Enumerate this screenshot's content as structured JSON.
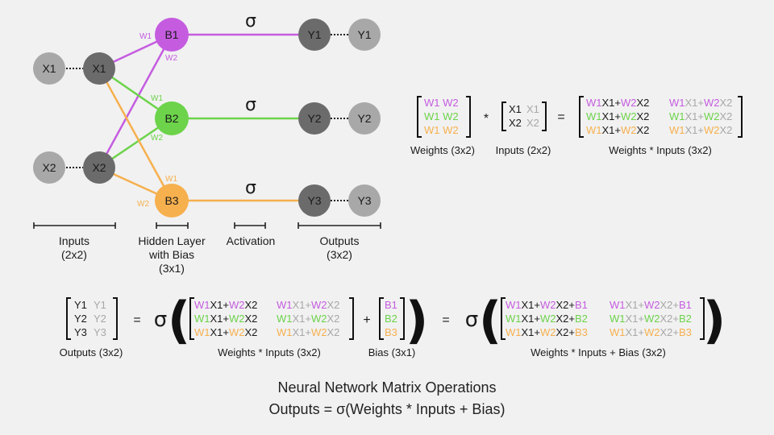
{
  "nodes": {
    "input_left": [
      "X1",
      "X2"
    ],
    "input": [
      "X1",
      "X2"
    ],
    "hidden": [
      "B1",
      "B2",
      "B3"
    ],
    "output": [
      "Y1",
      "Y2",
      "Y3"
    ],
    "output_right": [
      "Y1",
      "Y2",
      "Y3"
    ]
  },
  "weight_labels": {
    "w1": "W1",
    "w2": "W2"
  },
  "activation_symbol": "σ",
  "sections": {
    "inputs": [
      "Inputs",
      "(2x2)"
    ],
    "hidden": [
      "Hidden Layer",
      "with Bias",
      "(3x1)"
    ],
    "activation": [
      "Activation"
    ],
    "outputs": [
      "Outputs",
      "(3x2)"
    ]
  },
  "matrices": {
    "weights": [
      "W1 W2",
      "W1 W2",
      "W1 W2"
    ],
    "weights_caption": "Weights (3x2)",
    "times": "*",
    "inputs": [
      [
        "X1",
        "X1"
      ],
      [
        "X2",
        "X2"
      ]
    ],
    "inputs_caption": "Inputs (2x2)",
    "equals": "=",
    "product_caption": "Weights * Inputs (3x2)",
    "outputs": [
      [
        "Y1",
        "Y1"
      ],
      [
        "Y2",
        "Y2"
      ],
      [
        "Y3",
        "Y3"
      ]
    ],
    "outputs_caption": "Outputs (3x2)",
    "plus": "+",
    "bias": [
      "B1",
      "B2",
      "B3"
    ],
    "bias_caption": "Bias (3x1)",
    "final_caption": "Weights * Inputs + Bias (3x2)",
    "paren_open": "(",
    "paren_close": ")"
  },
  "title": {
    "line1": "Neural Network Matrix Operations",
    "line2": "Outputs = σ(Weights * Inputs + Bias)"
  },
  "colors": {
    "row1": "#c55ce0",
    "row2": "#6cd34a",
    "row3": "#f6b04e",
    "light_node": "#a8a8a8",
    "dark_node": "#6b6b6b"
  }
}
